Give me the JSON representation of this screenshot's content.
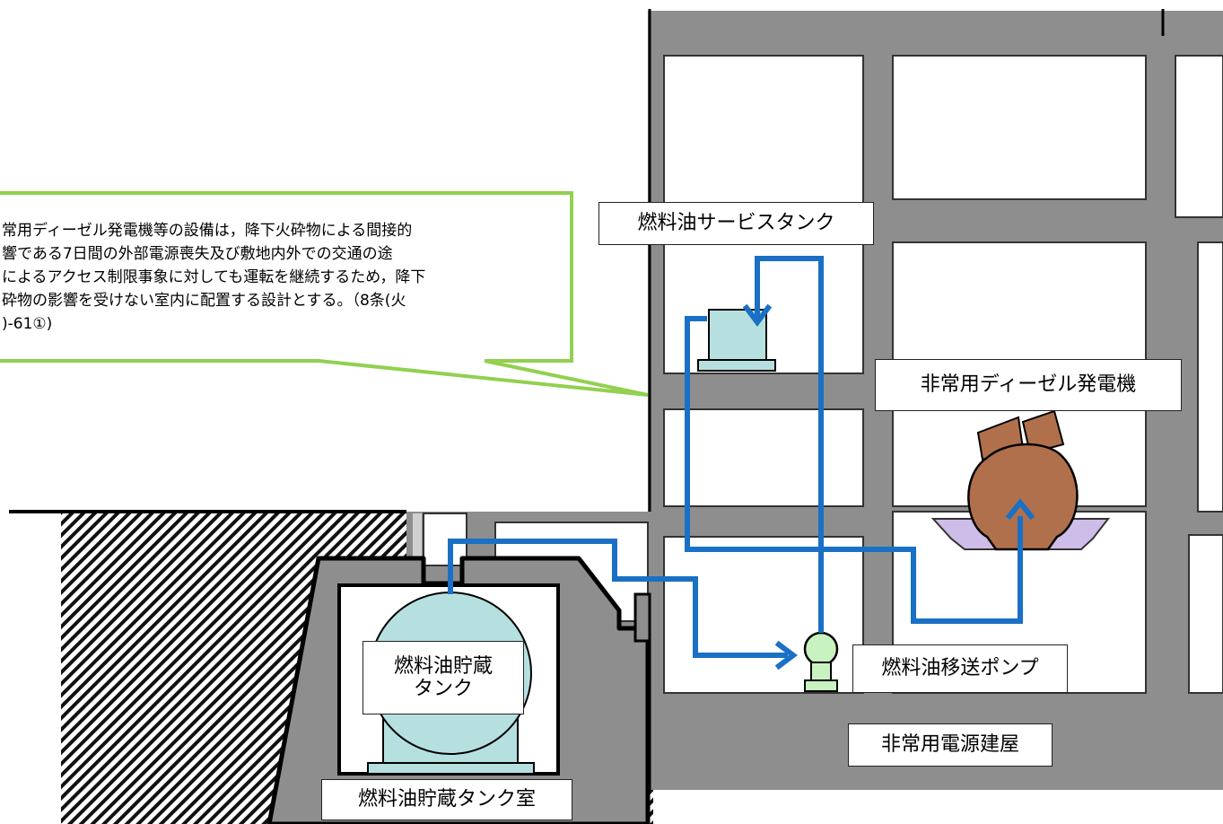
{
  "labels": {
    "service_tank": "燃料油サービスタンク",
    "diesel_generator": "非常用ディーゼル発電機",
    "storage_tank": "燃料油貯蔵\nタンク",
    "transfer_pump": "燃料油移送ポンプ",
    "power_building": "非常用電源建屋",
    "tank_room": "燃料油貯蔵タンク室"
  },
  "callout": {
    "text": "常用ディーゼル発電機等の設備は，降下火砕物による間接的\n響である7日間の外部電源喪失及び敷地内外での交通の途\nによるアクセス制限事象に対しても運転を継続するため，降下\n砕物の影響を受けない室内に配置する設計とする。（8条(火\n)-61①)"
  },
  "colors": {
    "concrete": "#8e8e8e",
    "room": "#ffffff",
    "pipe": "#1a70c4",
    "tank_fill": "#b6e0e0",
    "generator_fill": "#b0704c",
    "generator_base": "#cdbde8",
    "pump_fill": "#c8f2c0",
    "callout_border": "#92d050"
  },
  "icons": [
    "fuel-storage-tank-icon",
    "service-tank-icon",
    "transfer-pump-icon",
    "diesel-generator-icon"
  ]
}
